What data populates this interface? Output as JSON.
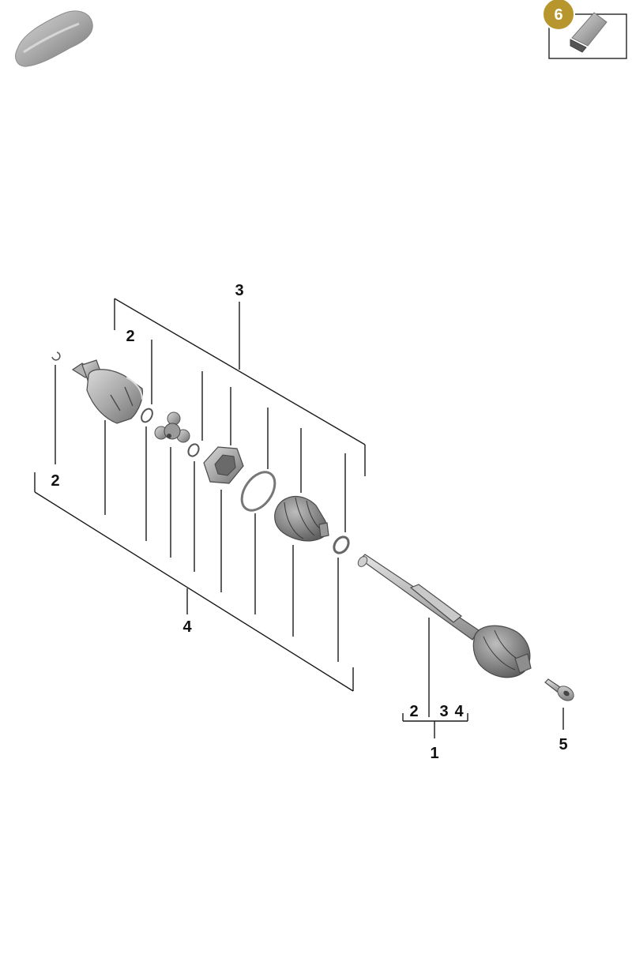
{
  "badge": {
    "number": "6",
    "color": "#b8962e"
  },
  "labels": {
    "l3": "3",
    "l2_top": "2",
    "l2_left": "2",
    "l4": "4",
    "l1": "1",
    "l5": "5",
    "ref_2": "2",
    "ref_3": "3",
    "ref_4": "4"
  },
  "icons": [
    "car-silhouette-icon",
    "grease-tube-icon"
  ]
}
